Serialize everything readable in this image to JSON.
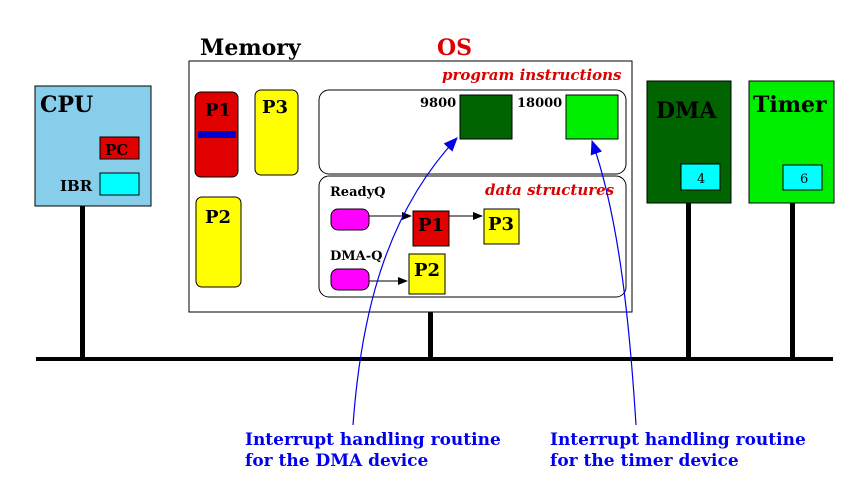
{
  "colors": {
    "cpu_bg": "#87ceeb",
    "pc_red": "#e00000",
    "ibr_cyan": "#00ffff",
    "proc_red": "#e00000",
    "proc_yellow": "#ffff00",
    "pcb_blue": "#0000cc",
    "dma_green": "#006400",
    "timer_green": "#00ee00",
    "queue_magenta": "#ff00ff",
    "os_red": "#dd0000",
    "arrow_blue": "#0000ee",
    "bus_black": "#000000"
  },
  "cpu": {
    "title": "CPU",
    "pc": "PC",
    "ibr": "IBR"
  },
  "memory": {
    "title": "Memory",
    "os_label": "OS",
    "program_instructions": "program instructions",
    "data_structures": "data structures",
    "processes": {
      "p1": "P1",
      "p2": "P2",
      "p3": "P3"
    },
    "routine_addr_dma": "9800",
    "routine_addr_timer": "18000",
    "ready_queue": {
      "label": "ReadyQ",
      "items": [
        "P1",
        "P3"
      ]
    },
    "dma_queue": {
      "label": "DMA-Q",
      "items": [
        "P2"
      ]
    }
  },
  "dma": {
    "title": "DMA",
    "value": "4"
  },
  "timer": {
    "title": "Timer",
    "value": "6"
  },
  "annotations": {
    "dma_routine": [
      "Interrupt handling routine",
      "for the DMA device"
    ],
    "timer_routine": [
      "Interrupt handling routine",
      "for the timer device"
    ]
  }
}
